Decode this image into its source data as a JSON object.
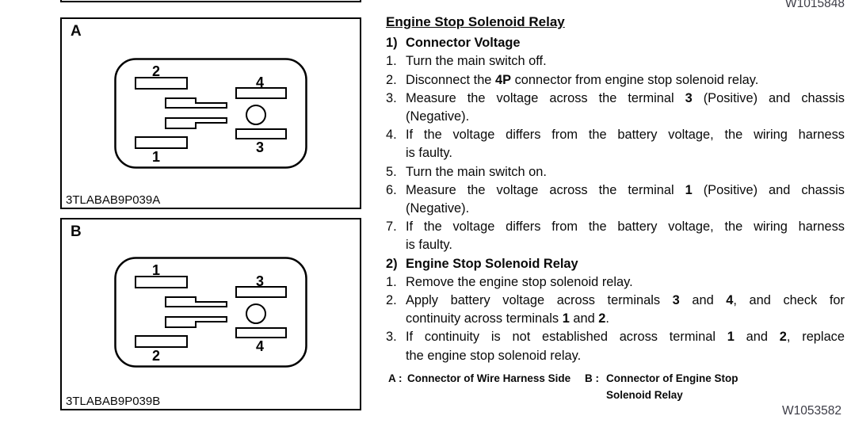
{
  "watermarks": {
    "top": "W1015848",
    "bottom": "W1053582"
  },
  "figures": [
    {
      "label": "A",
      "caption": "3TLABAB9P039A",
      "pins": {
        "top_left": "2",
        "top_right": "4",
        "bottom_left": "1",
        "bottom_right": "3"
      }
    },
    {
      "label": "B",
      "caption": "3TLABAB9P039B",
      "pins": {
        "top_left": "1",
        "top_right": "3",
        "bottom_left": "2",
        "bottom_right": "4"
      }
    }
  ],
  "article": {
    "title": "Engine Stop Solenoid Relay",
    "sections": [
      {
        "num": "1)",
        "heading": "Connector Voltage",
        "steps": [
          {
            "num": "1.",
            "lines": [
              {
                "justify": false,
                "runs": [
                  {
                    "t": "Turn the main switch off."
                  }
                ]
              }
            ]
          },
          {
            "num": "2.",
            "lines": [
              {
                "justify": false,
                "runs": [
                  {
                    "t": "Disconnect the "
                  },
                  {
                    "t": "4P",
                    "b": true
                  },
                  {
                    "t": " connector from engine stop solenoid relay."
                  }
                ]
              }
            ]
          },
          {
            "num": "3.",
            "lines": [
              {
                "justify": true,
                "runs": [
                  {
                    "t": "Measure the voltage across the terminal "
                  },
                  {
                    "t": "3",
                    "b": true
                  },
                  {
                    "t": " (Positive) and chassis"
                  }
                ]
              },
              {
                "justify": false,
                "runs": [
                  {
                    "t": "(Negative)."
                  }
                ]
              }
            ]
          },
          {
            "num": "4.",
            "lines": [
              {
                "justify": true,
                "runs": [
                  {
                    "t": "If the voltage differs from the battery voltage, the wiring harness"
                  }
                ]
              },
              {
                "justify": false,
                "runs": [
                  {
                    "t": "is faulty."
                  }
                ]
              }
            ]
          },
          {
            "num": "5.",
            "lines": [
              {
                "justify": false,
                "runs": [
                  {
                    "t": "Turn the main switch on."
                  }
                ]
              }
            ]
          },
          {
            "num": "6.",
            "lines": [
              {
                "justify": true,
                "runs": [
                  {
                    "t": "Measure the voltage across the terminal "
                  },
                  {
                    "t": "1",
                    "b": true
                  },
                  {
                    "t": " (Positive) and chassis"
                  }
                ]
              },
              {
                "justify": false,
                "runs": [
                  {
                    "t": "(Negative)."
                  }
                ]
              }
            ]
          },
          {
            "num": "7.",
            "lines": [
              {
                "justify": true,
                "runs": [
                  {
                    "t": "If the voltage differs from the battery voltage, the wiring harness"
                  }
                ]
              },
              {
                "justify": false,
                "runs": [
                  {
                    "t": "is faulty."
                  }
                ]
              }
            ]
          }
        ]
      },
      {
        "num": "2)",
        "heading": "Engine Stop Solenoid Relay",
        "steps": [
          {
            "num": "1.",
            "lines": [
              {
                "justify": false,
                "runs": [
                  {
                    "t": "Remove the engine stop solenoid relay."
                  }
                ]
              }
            ]
          },
          {
            "num": "2.",
            "lines": [
              {
                "justify": true,
                "runs": [
                  {
                    "t": "Apply battery voltage across terminals "
                  },
                  {
                    "t": "3",
                    "b": true
                  },
                  {
                    "t": " and "
                  },
                  {
                    "t": "4",
                    "b": true
                  },
                  {
                    "t": ", and check for"
                  }
                ]
              },
              {
                "justify": false,
                "runs": [
                  {
                    "t": "continuity across terminals "
                  },
                  {
                    "t": "1",
                    "b": true
                  },
                  {
                    "t": " and "
                  },
                  {
                    "t": "2",
                    "b": true
                  },
                  {
                    "t": "."
                  }
                ]
              }
            ]
          },
          {
            "num": "3.",
            "lines": [
              {
                "justify": true,
                "runs": [
                  {
                    "t": "If continuity is not established across terminal "
                  },
                  {
                    "t": "1",
                    "b": true
                  },
                  {
                    "t": " and "
                  },
                  {
                    "t": "2",
                    "b": true
                  },
                  {
                    "t": ", replace"
                  }
                ]
              },
              {
                "justify": false,
                "runs": [
                  {
                    "t": "the engine stop solenoid relay."
                  }
                ]
              }
            ]
          }
        ]
      }
    ],
    "legend": {
      "a_key": "A :",
      "a_text": "Connector of Wire Harness Side",
      "b_key": "B :",
      "b_lines": [
        "Connector of Engine Stop",
        "Solenoid Relay"
      ]
    }
  }
}
